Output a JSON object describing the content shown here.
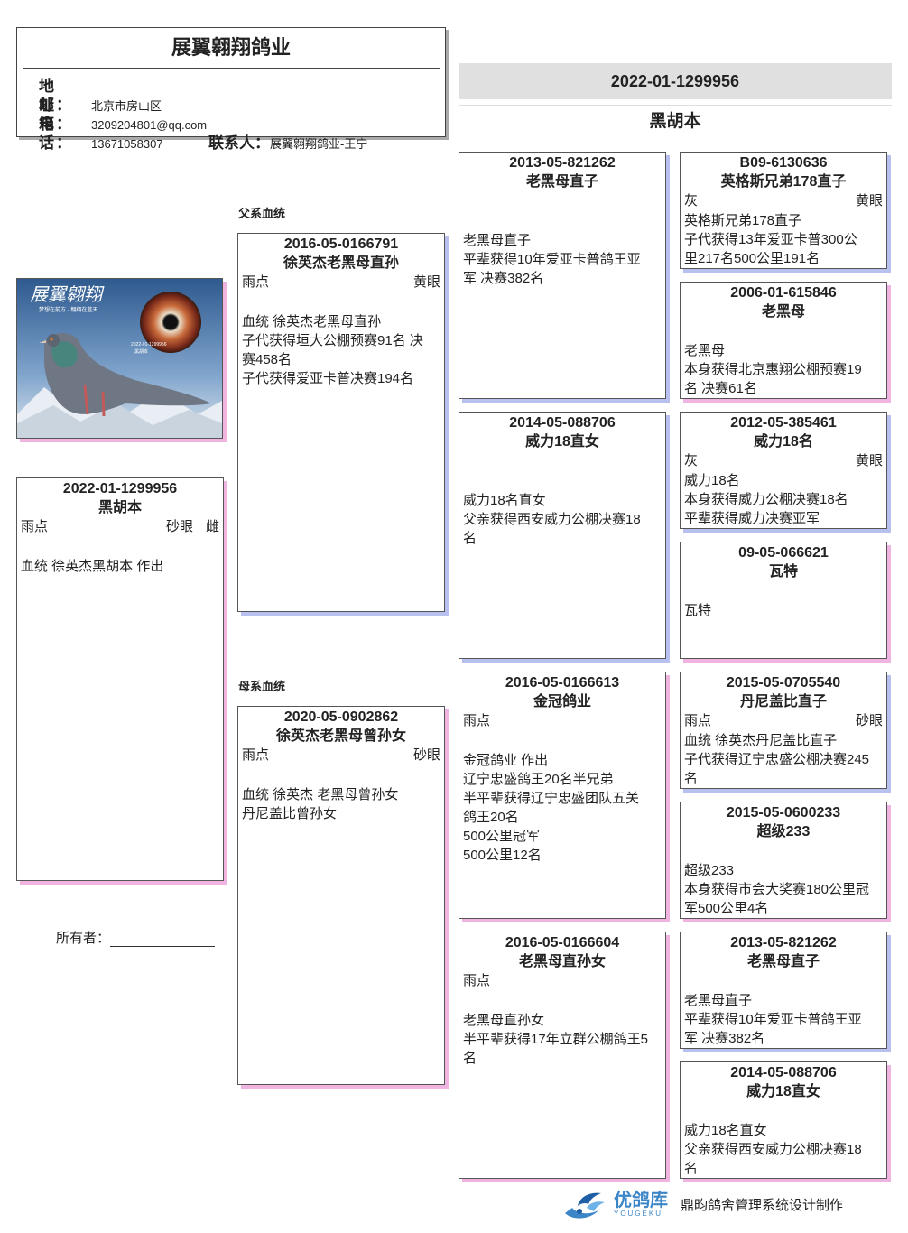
{
  "header": {
    "title": "展翼翱翔鸽业",
    "address_label": "地 址：",
    "address": "北京市房山区",
    "email_label": "邮 箱：",
    "email": "3209204801@qq.com",
    "phone_label": "电 话：",
    "phone": "13671058307",
    "contact_label": "联系人：",
    "contact": "展翼翱翔鸽业-王宁"
  },
  "main": {
    "ring": "2022-01-1299956",
    "name": "黑胡本"
  },
  "photo": {
    "caption_title": "展翼翱翔",
    "caption_sub": "梦想在前方 · 翱翔在蓝天",
    "caption_ring": "2022-01-1299956",
    "caption_name": "黑胡本"
  },
  "subject": {
    "ring": "2022-01-1299956",
    "name": "黑胡本",
    "color": "雨点",
    "eye": "砂眼",
    "sex": "雌",
    "lines": [
      "血统 徐英杰黑胡本 作出"
    ]
  },
  "labels": {
    "sire_line": "父系血统",
    "dam_line": "母系血统",
    "owner": "所有者："
  },
  "sire": {
    "ring": "2016-05-0166791",
    "name": "徐英杰老黑母直孙",
    "color": "雨点",
    "eye": "黄眼",
    "lines": [
      "血统 徐英杰老黑母直孙",
      "子代获得垣大公棚预赛91名 决",
      "赛458名",
      "子代获得爱亚卡普决赛194名"
    ]
  },
  "dam": {
    "ring": "2020-05-0902862",
    "name": "徐英杰老黑母曾孙女",
    "color": "雨点",
    "eye": "砂眼",
    "lines": [
      "血统 徐英杰 老黑母曾孙女",
      "丹尼盖比曾孙女"
    ]
  },
  "gen3": [
    {
      "ring": "2013-05-821262",
      "name": "老黑母直子",
      "color": "",
      "eye": "",
      "lines": [
        "老黑母直子",
        "平辈获得10年爱亚卡普鸽王亚",
        "军 决赛382名"
      ]
    },
    {
      "ring": "2014-05-088706",
      "name": "威力18直女",
      "color": "",
      "eye": "",
      "lines": [
        "威力18名直女",
        "父亲获得西安威力公棚决赛18",
        "名"
      ]
    },
    {
      "ring": "2016-05-0166613",
      "name": "金冠鸽业",
      "color": "雨点",
      "eye": "",
      "lines": [
        "金冠鸽业 作出",
        "辽宁忠盛鸽王20名半兄弟",
        "半平辈获得辽宁忠盛团队五关",
        "鸽王20名",
        "500公里冠军",
        "500公里12名"
      ]
    },
    {
      "ring": "2016-05-0166604",
      "name": "老黑母直孙女",
      "color": "雨点",
      "eye": "",
      "lines": [
        "老黑母直孙女",
        "半平辈获得17年立群公棚鸽王5",
        "名"
      ]
    }
  ],
  "gen4": [
    {
      "ring": "B09-6130636",
      "name": "英格斯兄弟178直子",
      "color": "灰",
      "eye": "黄眼",
      "lines": [
        "英格斯兄弟178直子",
        "子代获得13年爱亚卡普300公",
        "里217名500公里191名"
      ]
    },
    {
      "ring": "2006-01-615846",
      "name": "老黑母",
      "color": "",
      "eye": "",
      "lines": [
        "老黑母",
        "本身获得北京惠翔公棚预赛19",
        "名 决赛61名"
      ]
    },
    {
      "ring": "2012-05-385461",
      "name": "威力18名",
      "color": "灰",
      "eye": "黄眼",
      "lines": [
        "威力18名",
        "本身获得威力公棚决赛18名",
        "平辈获得威力决赛亚军"
      ]
    },
    {
      "ring": "09-05-066621",
      "name": "瓦特",
      "color": "",
      "eye": "",
      "lines": [
        "瓦特"
      ]
    },
    {
      "ring": "2015-05-0705540",
      "name": "丹尼盖比直子",
      "color": "雨点",
      "eye": "砂眼",
      "lines": [
        "血统 徐英杰丹尼盖比直子",
        "子代获得辽宁忠盛公棚决赛245",
        "名"
      ]
    },
    {
      "ring": "2015-05-0600233",
      "name": "超级233",
      "color": "",
      "eye": "",
      "lines": [
        "超级233",
        "本身获得市会大奖赛180公里冠",
        "军500公里4名"
      ]
    },
    {
      "ring": "2013-05-821262",
      "name": "老黑母直子",
      "color": "",
      "eye": "",
      "lines": [
        "老黑母直子",
        "平辈获得10年爱亚卡普鸽王亚",
        "军 决赛382名"
      ]
    },
    {
      "ring": "2014-05-088706",
      "name": "威力18直女",
      "color": "",
      "eye": "",
      "lines": [
        "威力18名直女",
        "父亲获得西安威力公棚决赛18",
        "名"
      ]
    }
  ],
  "footer": {
    "brand": "优鸽库",
    "brand_en": "YOUGEKU",
    "note": "鼎昀鸽舍管理系统设计制作"
  },
  "colors": {
    "shadow_blue": "#b8c0f0",
    "shadow_pink": "#f0b4e0",
    "band_gray": "#e0e0e0",
    "brand_blue": "#3c86c8"
  }
}
